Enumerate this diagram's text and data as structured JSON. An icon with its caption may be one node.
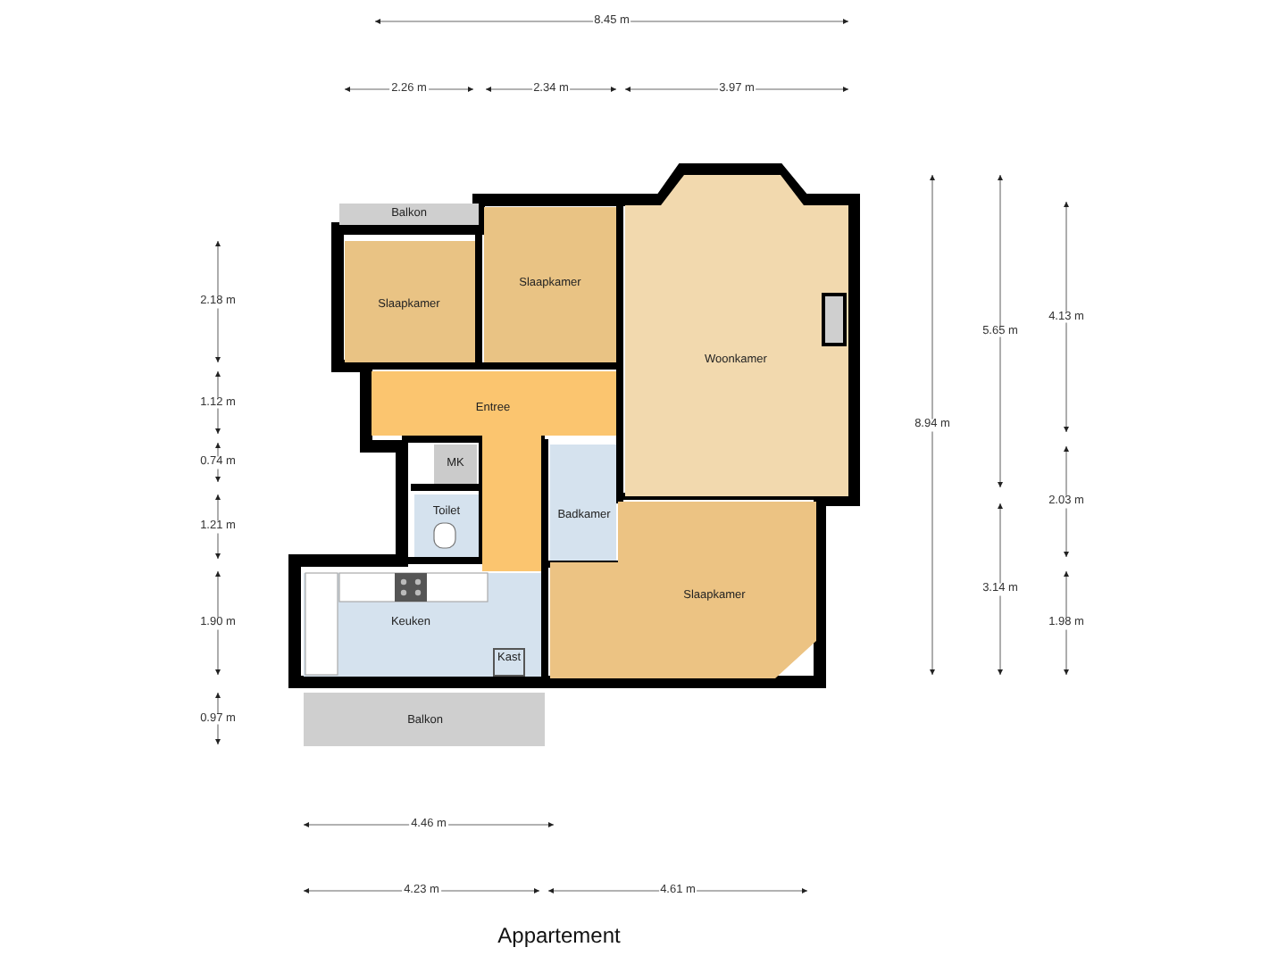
{
  "diagram": {
    "caption": "Appartement",
    "nodes": [
      {
        "text": [
          "Balkon"
        ]
      },
      {
        "text": [
          "Slaapkamer"
        ]
      },
      {
        "text": [
          "Slaapkamer"
        ]
      },
      {
        "text": [
          "Woonkamer"
        ]
      },
      {
        "text": [
          "Entree"
        ]
      },
      {
        "text": [
          "MK"
        ]
      },
      {
        "text": [
          "Toilet"
        ]
      },
      {
        "text": [
          "Badkamer"
        ]
      },
      {
        "text": [
          "Slaapkamer"
        ]
      },
      {
        "text": [
          "Keuken"
        ]
      },
      {
        "text": [
          "Kast"
        ],
        "in": 9
      },
      {
        "text": [
          "Balkon"
        ]
      }
    ],
    "edges": [],
    "labels": [
      "8.45 m",
      "2.26 m",
      "2.34 m",
      "3.97 m",
      "2.18 m",
      "1.12 m",
      "0.74 m",
      "1.21 m",
      "1.90 m",
      "0.97 m",
      "8.94 m",
      "5.65 m",
      "4.13 m",
      "2.03 m",
      "3.14 m",
      "1.98 m",
      "4.46 m",
      "4.23 m",
      "4.61 m"
    ]
  }
}
